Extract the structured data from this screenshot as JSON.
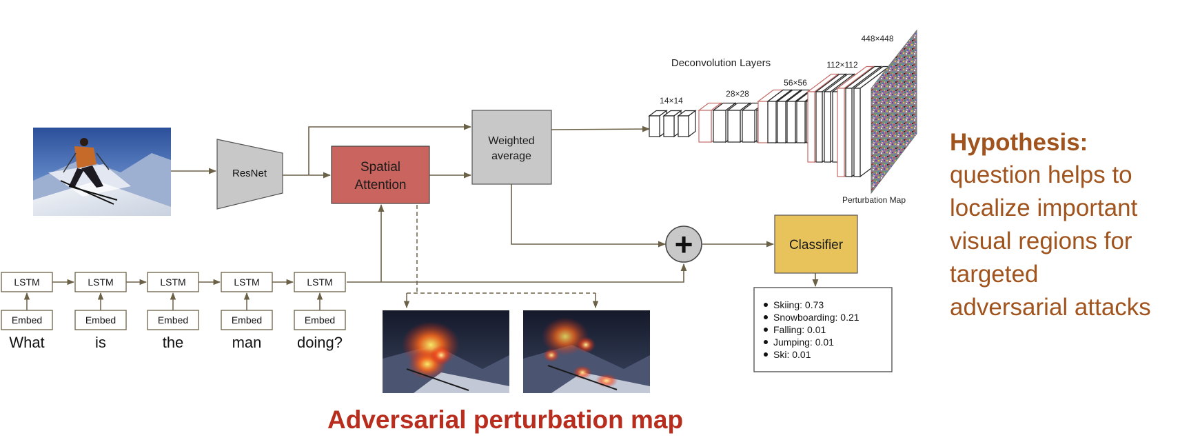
{
  "resnet_label": "ResNet",
  "attention_label": [
    "Spatial",
    "Attention"
  ],
  "weighted_label": [
    "Weighted",
    "average"
  ],
  "classifier_label": "Classifier",
  "plus_symbol": "+",
  "lstm_label": "LSTM",
  "embed_label": "Embed",
  "question_words": [
    "What",
    "is",
    "the",
    "man",
    "doing?"
  ],
  "deconv": {
    "title": "Deconvolution Layers",
    "sizes": [
      "14×14",
      "28×28",
      "56×56",
      "112×112",
      "448×448"
    ],
    "output_label": "Perturbation Map"
  },
  "predictions": [
    "Skiing: 0.73",
    "Snowboarding: 0.21",
    "Falling: 0.01",
    "Jumping: 0.01",
    "Ski: 0.01"
  ],
  "caption": "Adversarial perturbation map",
  "hypothesis": {
    "title": "Hypothesis:",
    "lines": [
      "question helps to",
      "localize important",
      "visual regions for",
      "targeted",
      "adversarial attacks"
    ]
  },
  "colors": {
    "attention_fill": "#c9645e",
    "classifier_fill": "#e8c35c",
    "gray_fill": "#c8c8c8",
    "arrow": "#6b6147",
    "caption": "#b82d1e",
    "hypothesis": "#a0531c"
  }
}
